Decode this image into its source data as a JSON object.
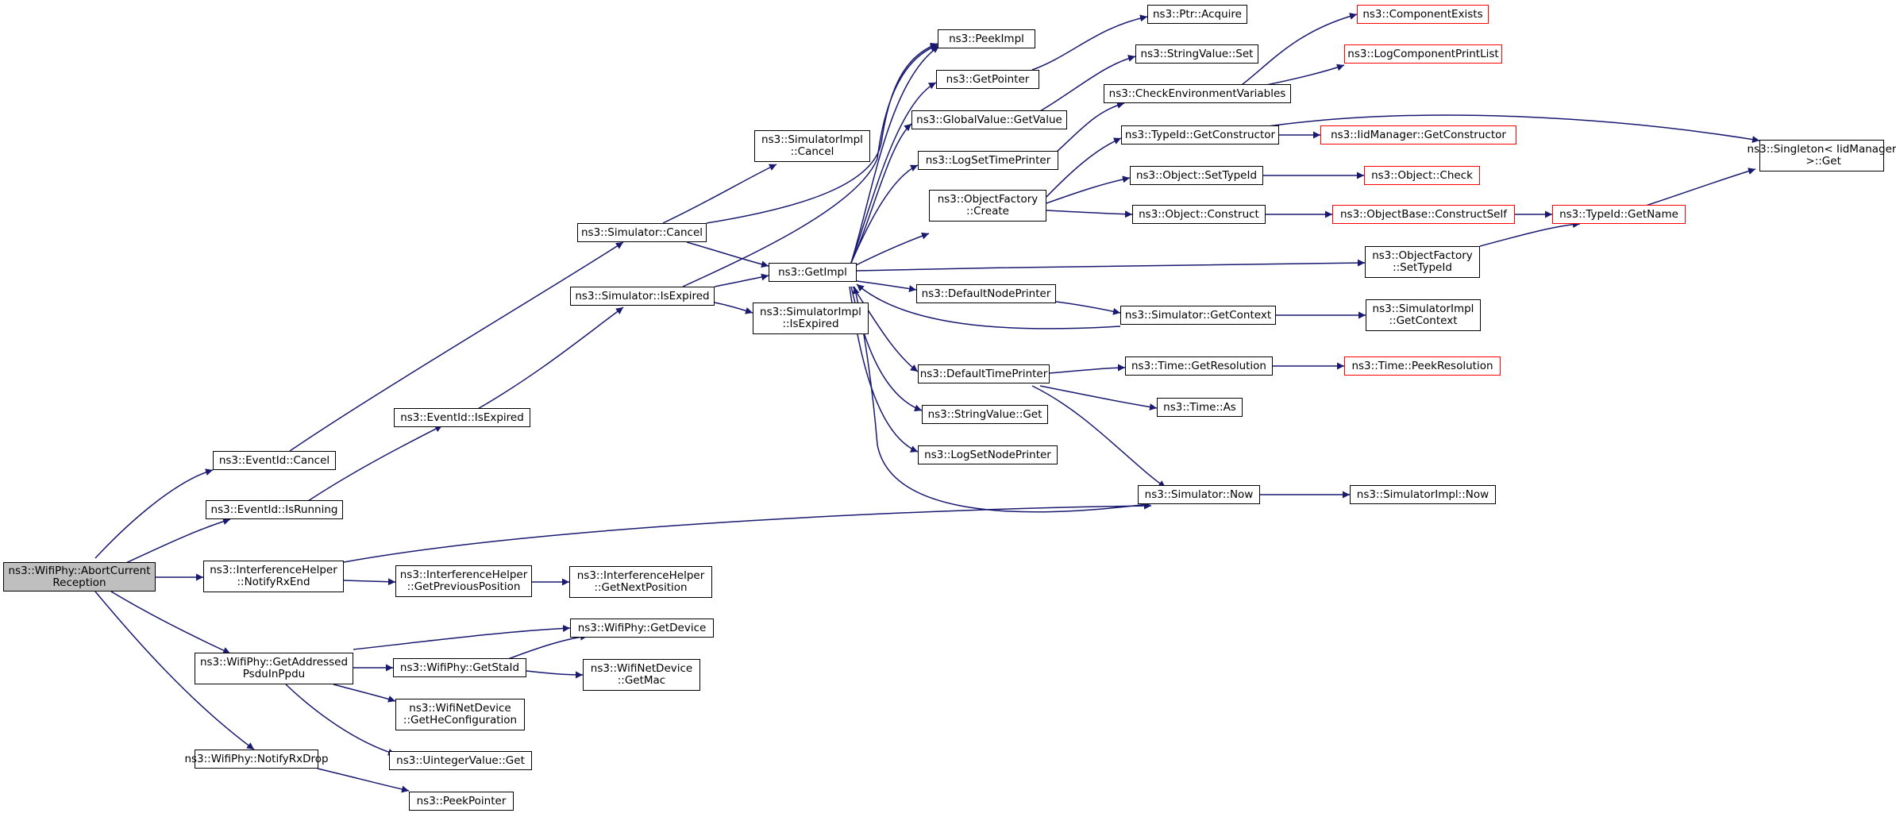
{
  "colors": {
    "edge": "#191970",
    "node_border": "#000000",
    "incomplete_border": "#ff0000",
    "root_fill": "#bfbfbf"
  },
  "nodes": {
    "abort": "ns3::WifiPhy::AbortCurrent\nReception",
    "ev_cancel": "ns3::EventId::Cancel",
    "ev_isrunning": "ns3::EventId::IsRunning",
    "ih_notify": "ns3::InterferenceHelper\n::NotifyRxEnd",
    "wp_getaddr": "ns3::WifiPhy::GetAddressed\nPsduInPpdu",
    "wp_notifydrop": "ns3::WifiPhy::NotifyRxDrop",
    "sim_cancel": "ns3::Simulator::Cancel",
    "sim_isexpired": "ns3::Simulator::IsExpired",
    "ev_isexpired": "ns3::EventId::IsExpired",
    "ih_getprev": "ns3::InterferenceHelper\n::GetPreviousPosition",
    "wp_getstaid": "ns3::WifiPhy::GetStaId",
    "wnd_gethe": "ns3::WifiNetDevice\n::GetHeConfiguration",
    "uint_get": "ns3::UintegerValue::Get",
    "peek_pointer": "ns3::PeekPointer",
    "simimpl_cancel": "ns3::SimulatorImpl\n::Cancel",
    "getimpl": "ns3::GetImpl",
    "simimpl_isexpired": "ns3::SimulatorImpl\n::IsExpired",
    "ih_getnext": "ns3::InterferenceHelper\n::GetNextPosition",
    "wp_getdevice": "ns3::WifiPhy::GetDevice",
    "wnd_getmac": "ns3::WifiNetDevice\n::GetMac",
    "peekimpl": "ns3::PeekImpl",
    "getpointer": "ns3::GetPointer",
    "gv_getvalue": "ns3::GlobalValue::GetValue",
    "logsettimeprinter": "ns3::LogSetTimePrinter",
    "of_create": "ns3::ObjectFactory\n::Create",
    "defnodeprinter": "ns3::DefaultNodePrinter",
    "deftimeprinter": "ns3::DefaultTimePrinter",
    "sv_get": "ns3::StringValue::Get",
    "logsetnodeprinter": "ns3::LogSetNodePrinter",
    "ptr_acquire": "ns3::Ptr::Acquire",
    "sv_set": "ns3::StringValue::Set",
    "checkenv": "ns3::CheckEnvironmentVariables",
    "tid_getctor": "ns3::TypeId::GetConstructor",
    "obj_settypeid": "ns3::Object::SetTypeId",
    "obj_construct": "ns3::Object::Construct",
    "sim_getcontext": "ns3::Simulator::GetContext",
    "time_getres": "ns3::Time::GetResolution",
    "time_as": "ns3::Time::As",
    "sim_now": "ns3::Simulator::Now",
    "comp_exists": "ns3::ComponentExists",
    "logcomp_printlist": "ns3::LogComponentPrintList",
    "iid_getctor": "ns3::IidManager::GetConstructor",
    "obj_check": "ns3::Object::Check",
    "ob_constructself": "ns3::ObjectBase::ConstructSelf",
    "of_settypeid": "ns3::ObjectFactory\n::SetTypeId",
    "simimpl_getcontext": "ns3::SimulatorImpl\n::GetContext",
    "time_peekres": "ns3::Time::PeekResolution",
    "simimpl_now": "ns3::SimulatorImpl::Now",
    "singleton_get": "ns3::Singleton< IidManager\n >::Get",
    "tid_getname": "ns3::TypeId::GetName"
  }
}
